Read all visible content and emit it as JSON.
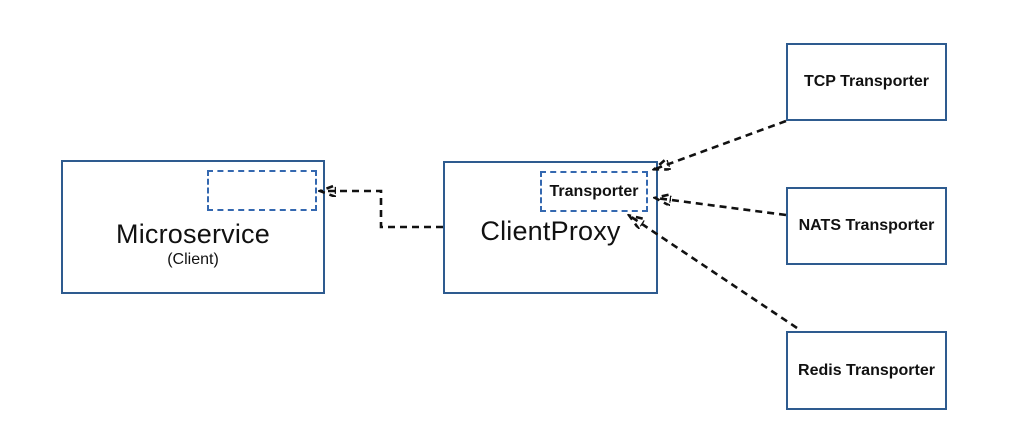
{
  "diagram": {
    "nodes": {
      "microservice": {
        "title": "Microservice",
        "subtitle": "(Client)"
      },
      "client_proxy": {
        "title": "ClientProxy"
      },
      "transporter_slot": {
        "label": "Transporter"
      },
      "tcp_transporter": {
        "label": "TCP Transporter"
      },
      "nats_transporter": {
        "label": "NATS Transporter"
      },
      "redis_transporter": {
        "label": "Redis Transporter"
      }
    },
    "edges": [
      {
        "from": "client_proxy",
        "to": "microservice.slot",
        "style": "dashed-arrow-elbow"
      },
      {
        "from": "tcp_transporter",
        "to": "transporter_slot",
        "style": "dashed-arrow"
      },
      {
        "from": "nats_transporter",
        "to": "transporter_slot",
        "style": "dashed-arrow"
      },
      {
        "from": "redis_transporter",
        "to": "transporter_slot",
        "style": "dashed-arrow"
      }
    ],
    "colors": {
      "background": "#ffffff",
      "box_border": "#2e5b8f",
      "slot_border": "#3468b0",
      "arrow": "#111111",
      "text": "#111111"
    }
  }
}
